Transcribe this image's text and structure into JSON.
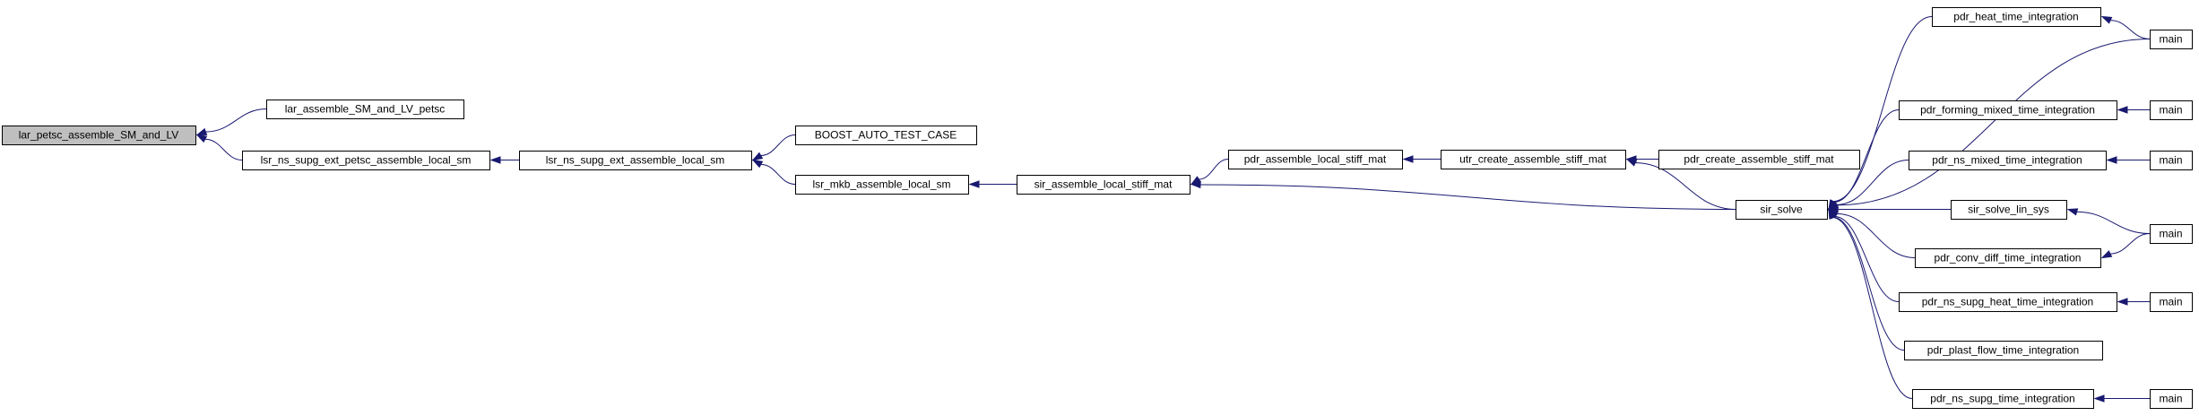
{
  "colors": {
    "edge": "#191970",
    "node_fill": "#ffffff",
    "root_fill": "#bfbfbf",
    "node_border": "#000000"
  },
  "nodes": [
    {
      "id": "root",
      "label": "lar_petsc_assemble_SM_and_LV",
      "root": true
    },
    {
      "id": "lar_assemble",
      "label": "lar_assemble_SM_and_LV_petsc"
    },
    {
      "id": "lsr_petsc",
      "label": "lsr_ns_supg_ext_petsc_assemble_local_sm"
    },
    {
      "id": "lsr_ext",
      "label": "lsr_ns_supg_ext_assemble_local_sm"
    },
    {
      "id": "boost",
      "label": "BOOST_AUTO_TEST_CASE"
    },
    {
      "id": "lsr_mkb",
      "label": "lsr_mkb_assemble_local_sm"
    },
    {
      "id": "sir_local",
      "label": "sir_assemble_local_stiff_mat"
    },
    {
      "id": "pdr_local",
      "label": "pdr_assemble_local_stiff_mat"
    },
    {
      "id": "utr",
      "label": "utr_create_assemble_stiff_mat"
    },
    {
      "id": "pdr_create",
      "label": "pdr_create_assemble_stiff_mat"
    },
    {
      "id": "sir_solve",
      "label": "sir_solve"
    },
    {
      "id": "pdr_heat",
      "label": "pdr_heat_time_integration"
    },
    {
      "id": "pdr_forming",
      "label": "pdr_forming_mixed_time_integration"
    },
    {
      "id": "pdr_ns_mixed",
      "label": "pdr_ns_mixed_time_integration"
    },
    {
      "id": "sir_lin",
      "label": "sir_solve_lin_sys"
    },
    {
      "id": "pdr_conv",
      "label": "pdr_conv_diff_time_integration"
    },
    {
      "id": "pdr_supg_heat",
      "label": "pdr_ns_supg_heat_time_integration"
    },
    {
      "id": "pdr_plast",
      "label": "pdr_plast_flow_time_integration"
    },
    {
      "id": "pdr_supg_time",
      "label": "pdr_ns_supg_time_integration"
    },
    {
      "id": "main1",
      "label": "main"
    },
    {
      "id": "main2",
      "label": "main"
    },
    {
      "id": "main3",
      "label": "main"
    },
    {
      "id": "main4",
      "label": "main"
    },
    {
      "id": "main5",
      "label": "main"
    },
    {
      "id": "main6",
      "label": "main"
    }
  ],
  "edges": [
    {
      "from": "lar_assemble",
      "to": "root"
    },
    {
      "from": "lsr_petsc",
      "to": "root"
    },
    {
      "from": "lsr_ext",
      "to": "lsr_petsc"
    },
    {
      "from": "boost",
      "to": "lsr_ext"
    },
    {
      "from": "lsr_mkb",
      "to": "lsr_ext"
    },
    {
      "from": "sir_local",
      "to": "lsr_mkb"
    },
    {
      "from": "pdr_local",
      "to": "sir_local"
    },
    {
      "from": "sir_solve",
      "to": "sir_local"
    },
    {
      "from": "utr",
      "to": "pdr_local"
    },
    {
      "from": "pdr_create",
      "to": "utr"
    },
    {
      "from": "sir_solve",
      "to": "utr"
    },
    {
      "from": "pdr_heat",
      "to": "sir_solve"
    },
    {
      "from": "main1",
      "to": "sir_solve"
    },
    {
      "from": "pdr_forming",
      "to": "sir_solve"
    },
    {
      "from": "pdr_ns_mixed",
      "to": "sir_solve"
    },
    {
      "from": "sir_lin",
      "to": "sir_solve"
    },
    {
      "from": "pdr_conv",
      "to": "sir_solve"
    },
    {
      "from": "pdr_supg_heat",
      "to": "sir_solve"
    },
    {
      "from": "pdr_plast",
      "to": "sir_solve"
    },
    {
      "from": "pdr_supg_time",
      "to": "sir_solve"
    },
    {
      "from": "main1",
      "to": "pdr_heat"
    },
    {
      "from": "main2",
      "to": "pdr_forming"
    },
    {
      "from": "main3",
      "to": "pdr_ns_mixed"
    },
    {
      "from": "main4",
      "to": "sir_lin"
    },
    {
      "from": "main4",
      "to": "pdr_conv"
    },
    {
      "from": "main5",
      "to": "pdr_supg_heat"
    },
    {
      "from": "main6",
      "to": "pdr_supg_time"
    }
  ]
}
